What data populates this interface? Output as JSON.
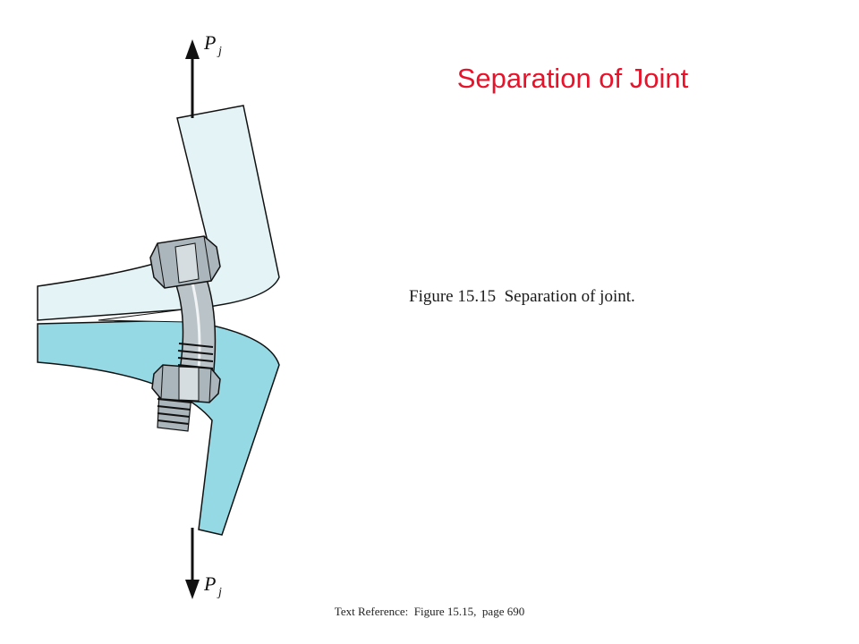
{
  "slide": {
    "title": "Separation of Joint",
    "caption": "Figure 15.15  Separation of joint.",
    "text_reference": "Text Reference:  Figure 15.15,  page 690"
  },
  "diagram": {
    "force_top": {
      "symbol": "P",
      "subscript": "j"
    },
    "force_bottom": {
      "symbol": "P",
      "subscript": "j"
    }
  },
  "colors": {
    "title": "#e8122a",
    "upper_plate": "#e4f3f6",
    "lower_plate": "#95d9e5",
    "bolt": "#aab6bb",
    "outline": "#111111"
  }
}
